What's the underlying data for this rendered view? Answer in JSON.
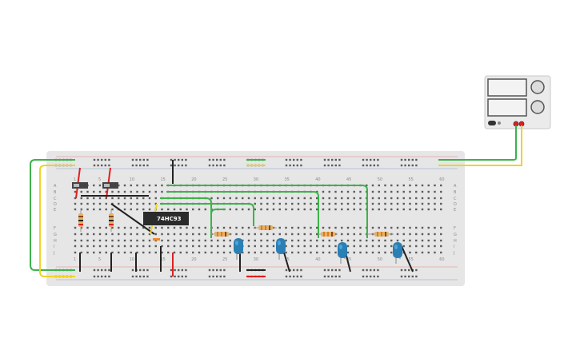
{
  "breadboard": {
    "row_letters_top": [
      "A",
      "B",
      "C",
      "D",
      "E"
    ],
    "row_letters_bottom": [
      "F",
      "G",
      "H",
      "I",
      "J"
    ],
    "column_numbers": [
      "1",
      "5",
      "10",
      "15",
      "20",
      "25",
      "30",
      "35",
      "40",
      "45",
      "50",
      "55",
      "60"
    ]
  },
  "chip": {
    "label": "74HC93"
  },
  "colors": {
    "breadboard": "#e6e6e6",
    "hole": "#5a5a5a",
    "wire_green": "#3cb34a",
    "wire_yellow": "#f0d22a",
    "wire_red": "#e01f1f",
    "wire_black": "#222222",
    "led": "#2a7fb5",
    "chip": "#2b2b2b",
    "power_supply": "#ebebeb",
    "rail_red": "#e01f1f",
    "rail_blue": "#2b5fb8"
  }
}
